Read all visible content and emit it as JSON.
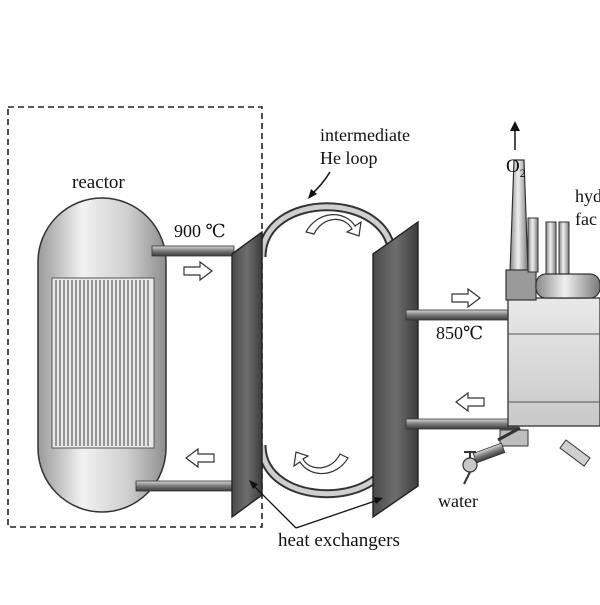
{
  "labels": {
    "reactor": "reactor",
    "temp_hot": "900 ℃",
    "temp_cool": "850℃",
    "loop_line1": "intermediate",
    "loop_line2": "He loop",
    "oxygen_base": "O",
    "oxygen_sub": "2",
    "facility_line1": "hyd",
    "facility_line2": "fac",
    "water": "water",
    "heat_exchangers": "heat exchangers"
  },
  "icons": {
    "flow_arrow": "flow-arrow-icon",
    "circulation_arrow": "circulation-arrow-icon",
    "up_arrow": "up-arrow-icon",
    "valve": "valve-icon"
  }
}
